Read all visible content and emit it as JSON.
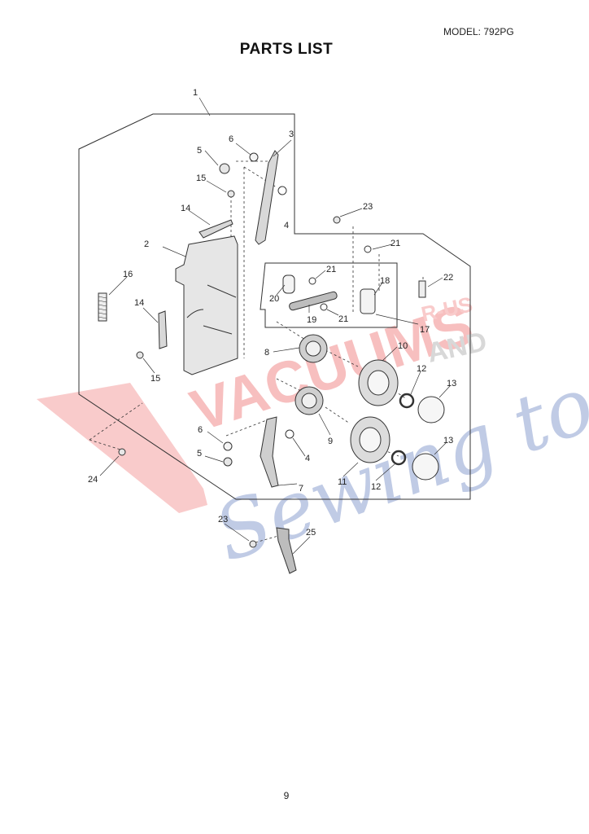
{
  "header": {
    "model": "MODEL: 792PG",
    "title": "PARTS LIST"
  },
  "footer": {
    "page_number": "9"
  },
  "callouts": [
    "1",
    "2",
    "3",
    "4",
    "5",
    "6",
    "15",
    "14",
    "16",
    "14",
    "15",
    "23",
    "21",
    "22",
    "21",
    "18",
    "20",
    "19",
    "21",
    "17",
    "8",
    "10",
    "12",
    "13",
    "9",
    "11",
    "12",
    "13",
    "6",
    "5",
    "4",
    "7",
    "24",
    "23",
    "25"
  ],
  "watermark": {
    "line1": "VACUUMS",
    "line2": "R-US",
    "line3": "AND",
    "line4": "Sewing too"
  },
  "colors": {
    "line": "#333333",
    "part_fill": "#d8d8d8",
    "watermark_red": "#f08a8a",
    "watermark_blue": "#8da0cf",
    "watermark_gray": "#b9b9b9"
  }
}
